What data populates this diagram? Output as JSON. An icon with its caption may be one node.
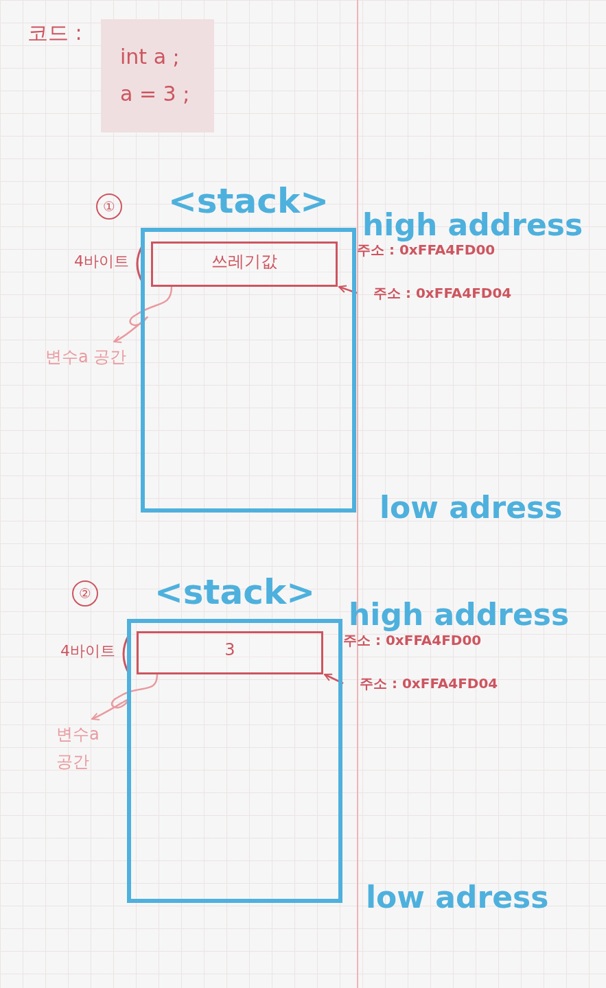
{
  "diagram": {
    "nodes": [
      {
        "text": [
          "int a ;",
          "a = 3 ;"
        ],
        "beside": [
          "코드 :"
        ]
      },
      {
        "text": [
          "<stack>"
        ]
      },
      {
        "text": [
          "쓰레기값"
        ],
        "in": 1,
        "beside": [
          "4바이트"
        ]
      },
      {
        "text": [
          "변수a 공간"
        ]
      },
      {
        "text": [
          "주소 : 0xFFA4FD04"
        ]
      },
      {
        "text": [
          "<stack>"
        ]
      },
      {
        "text": [
          "3"
        ],
        "in": 5,
        "beside": [
          "4바이트"
        ]
      },
      {
        "text": [
          "변수a 공간"
        ]
      },
      {
        "text": [
          "주소 : 0xFFA4FD04"
        ]
      }
    ],
    "edges": [
      {
        "from": 2,
        "to": 3,
        "arrow": "to"
      },
      {
        "from": 4,
        "to": 2,
        "arrow": "to"
      },
      {
        "from": 6,
        "to": 7,
        "arrow": "to"
      },
      {
        "from": 8,
        "to": 6,
        "arrow": "to"
      }
    ],
    "labels": [
      "①",
      "high address",
      "주소 : 0xFFA4FD00",
      "low adress",
      "②",
      "high address",
      "주소 : 0xFFA4FD00",
      "low adress"
    ]
  }
}
